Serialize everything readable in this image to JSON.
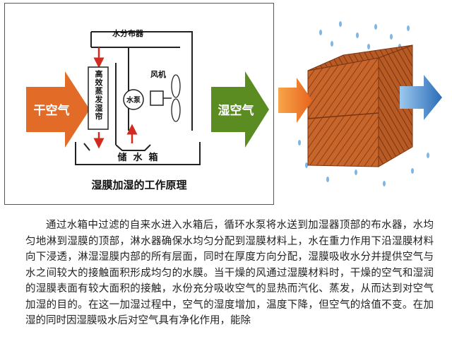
{
  "diagram": {
    "input_label": "干空气",
    "output_label": "湿空气",
    "distributor_label": "水分布器",
    "pad_label": "高效蒸发湿帘",
    "pump_label": "水泵",
    "fan_label": "风机",
    "tank_label": "储  水  箱",
    "caption": "湿膜加湿的工作原理"
  },
  "photo": {
    "subject": "honeycomb-evaporative-pad",
    "pad_color": "#c8652a",
    "inflow_arrow_color": "#e8641e",
    "outflow_arrow_color": "#2a6cb8"
  },
  "description": "通过水箱中过滤的自来水进入水箱后，循环水泵将水送到加湿器顶部的布水器，水均匀地淋到湿膜的顶部，淋水器确保水均匀分配到湿膜材料上，水在重力作用下沿湿膜材料向下浸透，淋湿湿膜内部的所有层面，同时在厚度方向分配，湿膜吸收水分并提供空气与水之间较大的接触面积形成均匀的水膜。当干燥的风通过湿膜材料时，干燥的空气和湿润的湿膜表面有较大面积的接触，水份充分吸收空气的显热而汽化、蒸发，从而达到对空气加湿的目的。在这一加湿过程中，空气的湿度增加，温度下降，但空气的焓值不变。在加湿的同时因湿膜吸水后对空气具有净化作用，能除"
}
